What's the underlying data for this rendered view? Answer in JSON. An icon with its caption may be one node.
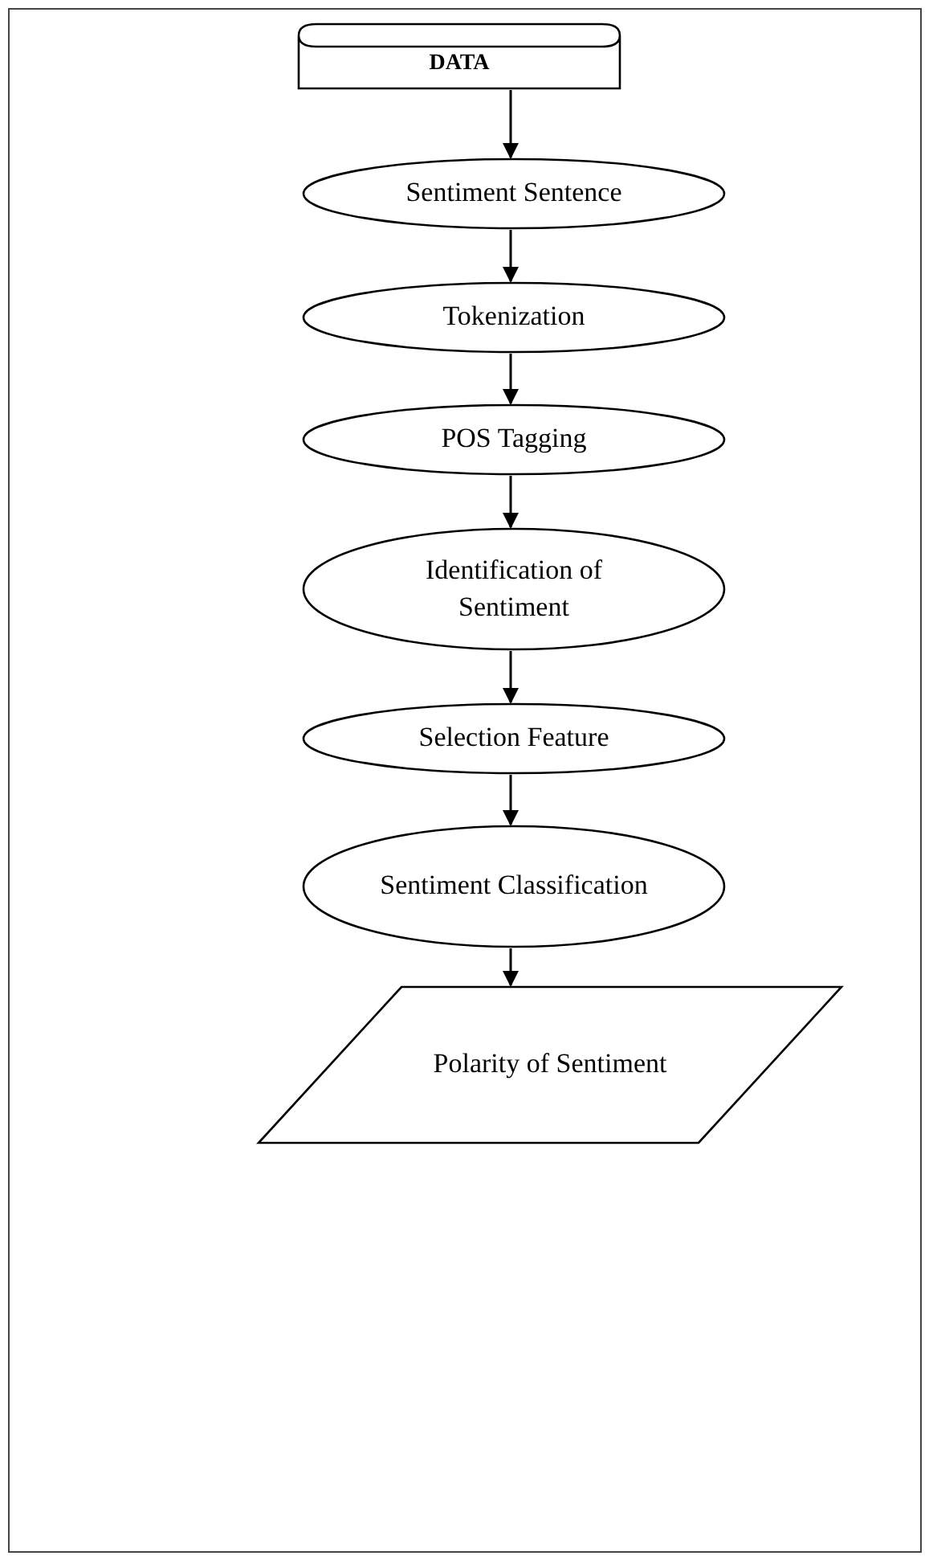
{
  "diagram": {
    "nodes": [
      {
        "text": [
          "DATA"
        ]
      },
      {
        "text": [
          "Sentiment Sentence"
        ]
      },
      {
        "text": [
          "Tokenization"
        ]
      },
      {
        "text": [
          "POS Tagging"
        ]
      },
      {
        "text": [
          "Identification of Sentiment"
        ]
      },
      {
        "text": [
          "Selection Feature"
        ]
      },
      {
        "text": [
          "Sentiment Classification"
        ]
      },
      {
        "text": [
          "Polarity of Sentiment"
        ]
      }
    ],
    "edges": [
      {
        "from": 0,
        "to": 1,
        "arrow": "to"
      },
      {
        "from": 1,
        "to": 2,
        "arrow": "to"
      },
      {
        "from": 2,
        "to": 3,
        "arrow": "to"
      },
      {
        "from": 3,
        "to": 4,
        "arrow": "to"
      },
      {
        "from": 4,
        "to": 5,
        "arrow": "to"
      },
      {
        "from": 5,
        "to": 6,
        "arrow": "to"
      },
      {
        "from": 6,
        "to": 7,
        "arrow": "to"
      }
    ]
  }
}
